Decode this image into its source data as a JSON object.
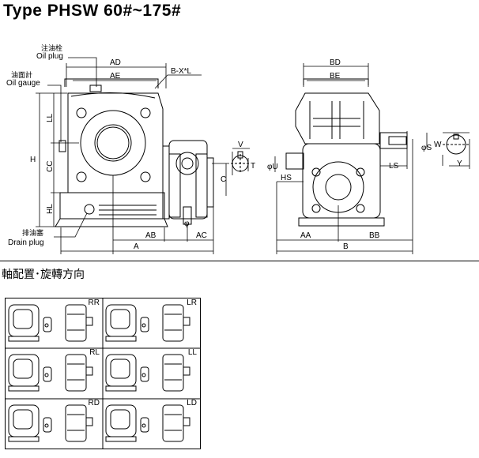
{
  "title": "Type  PHSW  60#~175#",
  "callouts": {
    "oil_plug_cn": "注油栓",
    "oil_plug": "Oil plug",
    "oil_gauge_cn": "油面計",
    "oil_gauge": "Oil gauge",
    "drain_plug_cn": "排油塞",
    "drain_plug": "Drain plug",
    "keyway": "B-X*L"
  },
  "dims": {
    "AD": "AD",
    "AE": "AE",
    "LL": "LL",
    "H": "H",
    "CC": "CC",
    "HL": "HL",
    "AB": "AB",
    "AC": "AC",
    "A": "A",
    "V": "V",
    "T": "T",
    "C": "C",
    "phi": "φ",
    "BD": "BD",
    "BE": "BE",
    "phiU": "φU",
    "HS": "HS",
    "AA": "AA",
    "BB": "BB",
    "B": "B",
    "phiS": "φS",
    "W": "W",
    "LS": "LS",
    "Y": "Y"
  },
  "section_title": "軸配置･旋轉方向",
  "arrangements": [
    "RR",
    "LR",
    "RL",
    "LL",
    "RD",
    "LD"
  ]
}
